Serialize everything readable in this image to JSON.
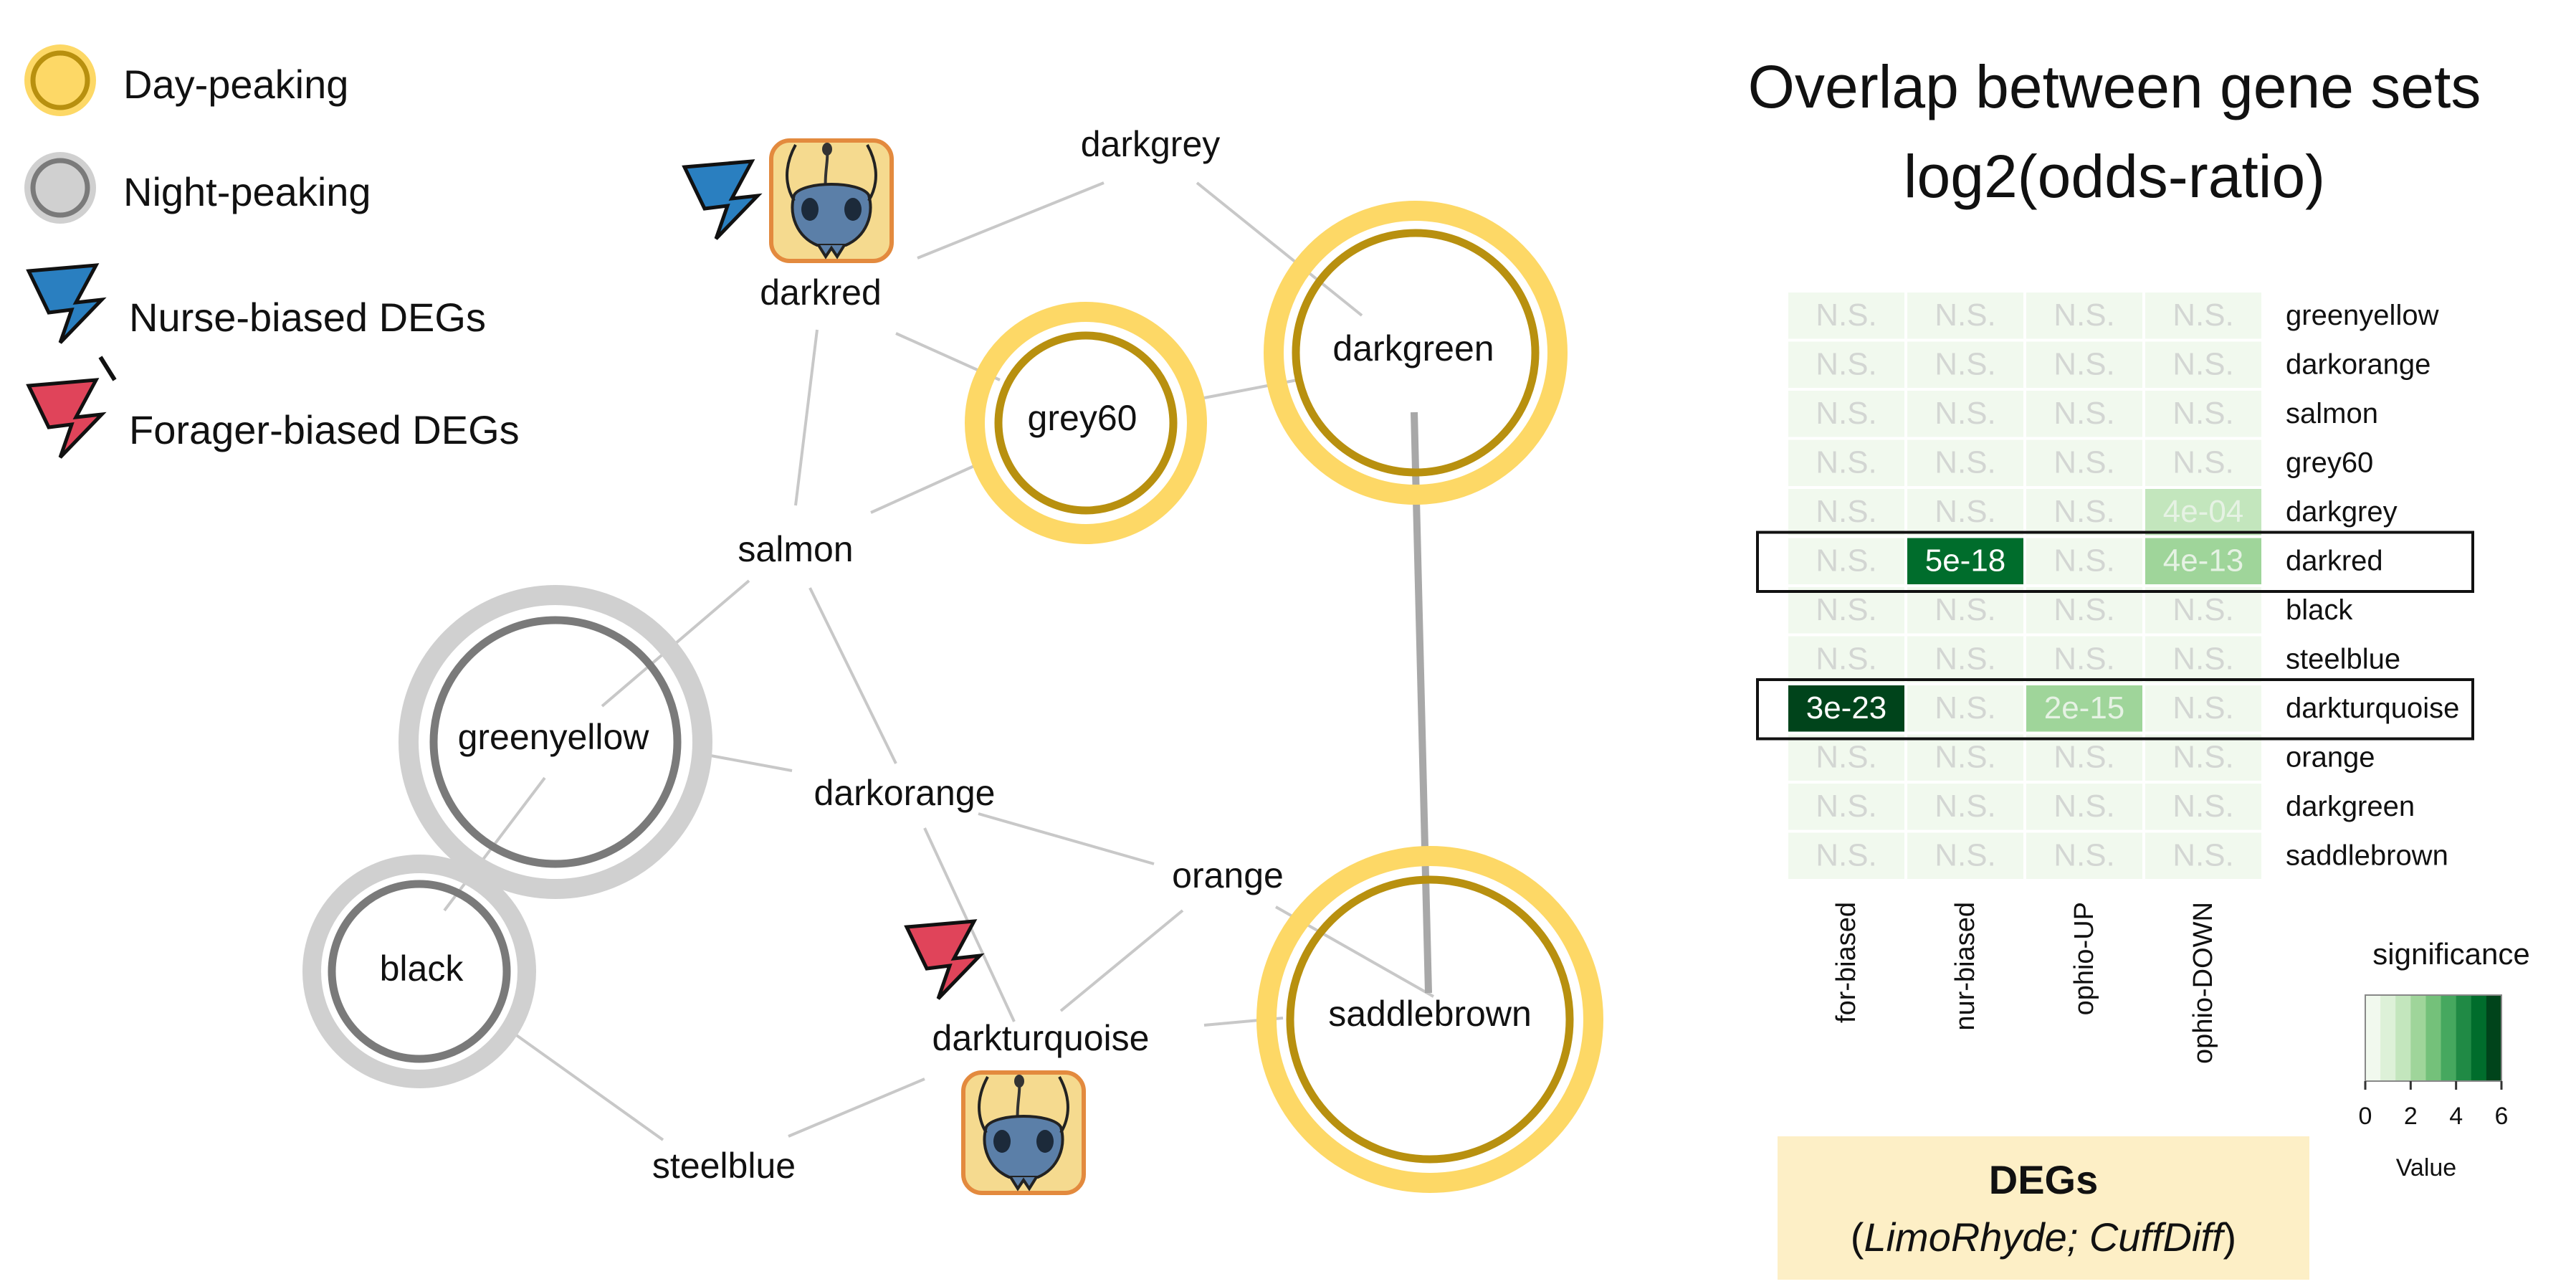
{
  "legend": {
    "day_peaking": "Day-peaking",
    "night_peaking": "Night-peaking",
    "nurse_degs": "Nurse-biased DEGs",
    "forager_degs": "Forager-biased DEGs"
  },
  "network": {
    "nodes": {
      "darkgrey": "darkgrey",
      "darkred": "darkred",
      "grey60": "grey60",
      "darkgreen": "darkgreen",
      "salmon": "salmon",
      "greenyellow": "greenyellow",
      "darkorange": "darkorange",
      "orange": "orange",
      "black": "black",
      "darkturquoise": "darkturquoise",
      "saddlebrown": "saddlebrown",
      "steelblue": "steelblue"
    },
    "edges": [
      [
        "darkred",
        "darkgrey"
      ],
      [
        "darkgrey",
        "darkgreen"
      ],
      [
        "darkred",
        "grey60"
      ],
      [
        "grey60",
        "darkgreen"
      ],
      [
        "darkred",
        "salmon"
      ],
      [
        "salmon",
        "grey60"
      ],
      [
        "salmon",
        "greenyellow"
      ],
      [
        "salmon",
        "darkorange"
      ],
      [
        "greenyellow",
        "darkorange"
      ],
      [
        "greenyellow",
        "black"
      ],
      [
        "darkorange",
        "orange"
      ],
      [
        "darkorange",
        "darkturquoise"
      ],
      [
        "orange",
        "darkturquoise"
      ],
      [
        "orange",
        "saddlebrown"
      ],
      [
        "darkturquoise",
        "saddlebrown"
      ],
      [
        "darkturquoise",
        "steelblue"
      ],
      [
        "black",
        "steelblue"
      ],
      [
        "darkgreen",
        "saddlebrown"
      ]
    ],
    "colors": {
      "day_outer": "#FDD866",
      "day_inner": "#B8900F",
      "night_outer": "#D0D0D0",
      "night_inner": "#7A7A7A",
      "edge": "#C8C8C8",
      "strong_edge": "#A8A8A8",
      "nurse_bolt": "#2A7FC0",
      "forager_bolt": "#E0445A",
      "ant_bg": "#F5DA8F",
      "ant_border": "#E38A3E",
      "ant_body": "#5B7FA8"
    }
  },
  "heatmap": {
    "title_line1": "Overlap between gene sets",
    "title_line2": "log2(odds-ratio)",
    "columns": [
      "for-biased",
      "nur-biased",
      "ophio-UP",
      "ophio-DOWN"
    ],
    "rows": [
      "greenyellow",
      "darkorange",
      "salmon",
      "grey60",
      "darkgrey",
      "darkred",
      "black",
      "steelblue",
      "darkturquoise",
      "orange",
      "darkgreen",
      "saddlebrown"
    ],
    "cells": [
      [
        "N.S.",
        "N.S.",
        "N.S.",
        "N.S."
      ],
      [
        "N.S.",
        "N.S.",
        "N.S.",
        "N.S."
      ],
      [
        "N.S.",
        "N.S.",
        "N.S.",
        "N.S."
      ],
      [
        "N.S.",
        "N.S.",
        "N.S.",
        "N.S."
      ],
      [
        "N.S.",
        "N.S.",
        "N.S.",
        "4e-04"
      ],
      [
        "N.S.",
        "5e-18",
        "N.S.",
        "4e-13"
      ],
      [
        "N.S.",
        "N.S.",
        "N.S.",
        "N.S."
      ],
      [
        "N.S.",
        "N.S.",
        "N.S.",
        "N.S."
      ],
      [
        "3e-23",
        "N.S.",
        "2e-15",
        "N.S."
      ],
      [
        "N.S.",
        "N.S.",
        "N.S.",
        "N.S."
      ],
      [
        "N.S.",
        "N.S.",
        "N.S.",
        "N.S."
      ],
      [
        "N.S.",
        "N.S.",
        "N.S.",
        "N.S."
      ]
    ],
    "values": [
      [
        0,
        0,
        0,
        0
      ],
      [
        0,
        0,
        0,
        0
      ],
      [
        0,
        0,
        0,
        0
      ],
      [
        0,
        0,
        0,
        0
      ],
      [
        0,
        0,
        0,
        1.6
      ],
      [
        0,
        5.2,
        0,
        2.2
      ],
      [
        0,
        0,
        0,
        0
      ],
      [
        0,
        0,
        0,
        0
      ],
      [
        6,
        0,
        2.5,
        0
      ],
      [
        0,
        0,
        0,
        0
      ],
      [
        0,
        0,
        0,
        0
      ],
      [
        0,
        0,
        0,
        0
      ]
    ],
    "highlighted_rows": [
      "darkred",
      "darkturquoise"
    ],
    "scale": {
      "title": "significance",
      "ticks": [
        "0",
        "2",
        "4",
        "6"
      ],
      "value_label": "Value",
      "colors": [
        "#F1F9EE",
        "#DDF1D8",
        "#C3E6BD",
        "#9FD59A",
        "#74C17A",
        "#46A85F",
        "#208A45",
        "#006D2C",
        "#00441B"
      ]
    },
    "degs_box": {
      "title": "DEGs",
      "subtitle_open": "(",
      "subtitle_methods": "LimoRhyde; CuffDiff",
      "subtitle_close": ")",
      "bg": "#FDEFC6"
    }
  }
}
